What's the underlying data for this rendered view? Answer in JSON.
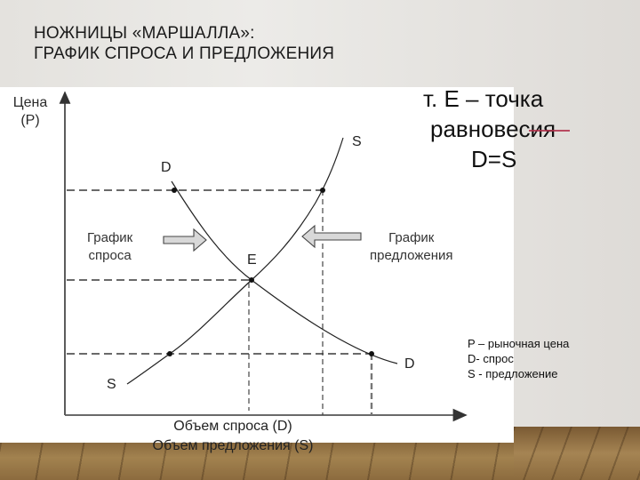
{
  "slide": {
    "title_lines": [
      "НОЖНИЦЫ «МАРШАЛЛА»:",
      "ГРАФИК СПРОСА И ПРЕДЛОЖЕНИЯ"
    ]
  },
  "diagram": {
    "y_axis_label_line1": "Цена",
    "y_axis_label_line2": "(P)",
    "x_axis_label_line1": "Объем спроса (D)",
    "x_axis_label_line2": "Объем предложения (S)",
    "curve_labels": {
      "d_top": "D",
      "d_bottom": "D",
      "s_top": "S",
      "s_bottom": "S",
      "equilibrium": "E"
    },
    "annotations": {
      "demand_line1": "График",
      "demand_line2": "спроса",
      "supply_line1": "График",
      "supply_line2": "предложения"
    },
    "colors": {
      "curve": "#222222",
      "dashed": "#555555",
      "arrow_fill": "#d8d8d8"
    }
  },
  "equilibrium_note": {
    "line1": "т. Е – точка",
    "line2": "равновесия",
    "line3": "D=S",
    "strike_color": "#b0304a"
  },
  "legend": {
    "items": [
      "P – рыночная цена",
      "D- спрос",
      "S - предложение"
    ]
  }
}
